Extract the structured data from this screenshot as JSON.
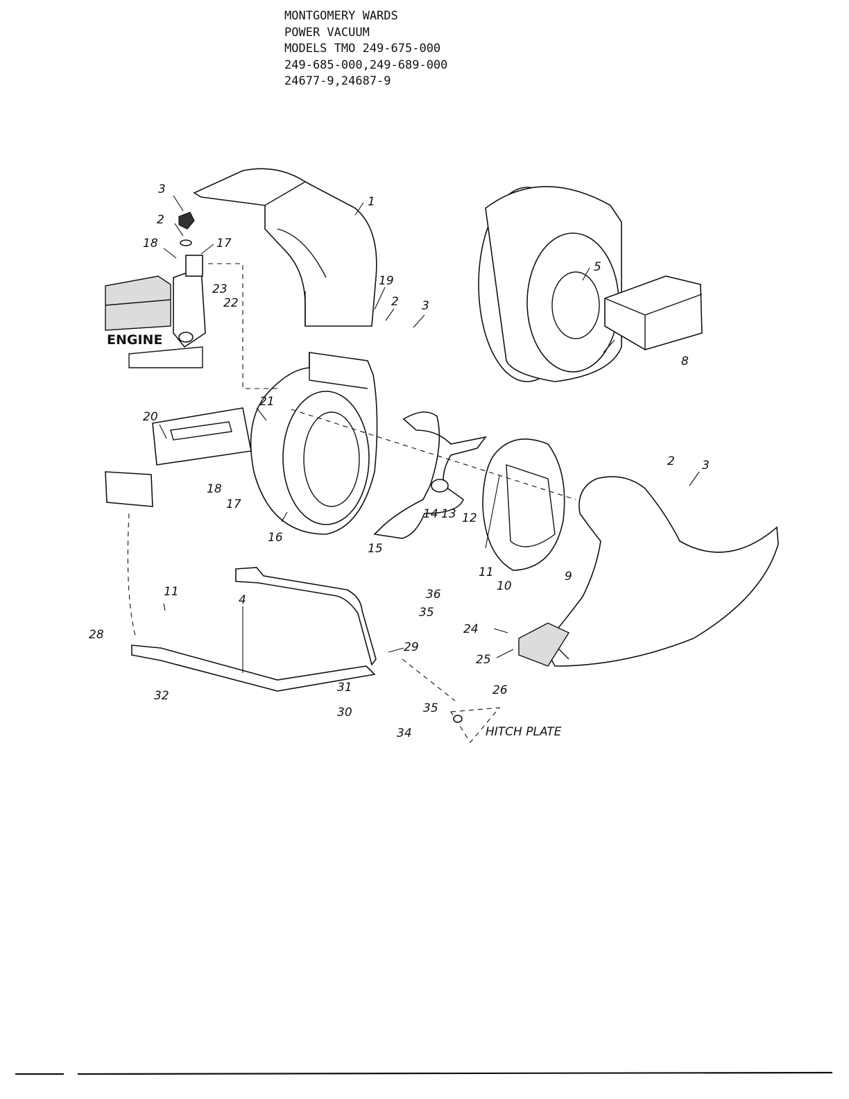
{
  "header": {
    "lines": [
      "MONTGOMERY WARDS",
      "POWER VACUUM",
      "MODELS TMO 249-675-000",
      "249-685-000,249-689-000",
      "24677-9,24687-9"
    ]
  },
  "labels": {
    "engine": "ENGINE",
    "hitch_plate": "HITCH PLATE"
  },
  "callouts": [
    "3",
    "2",
    "18",
    "17",
    "23",
    "22",
    "1",
    "19",
    "2",
    "3",
    "5",
    "8",
    "20",
    "21",
    "18",
    "17",
    "16",
    "15",
    "14",
    "13",
    "12",
    "11",
    "10",
    "2",
    "3",
    "9",
    "11",
    "4",
    "28",
    "32",
    "36",
    "35",
    "29",
    "31",
    "30",
    "35",
    "34",
    "24",
    "25",
    "26"
  ]
}
